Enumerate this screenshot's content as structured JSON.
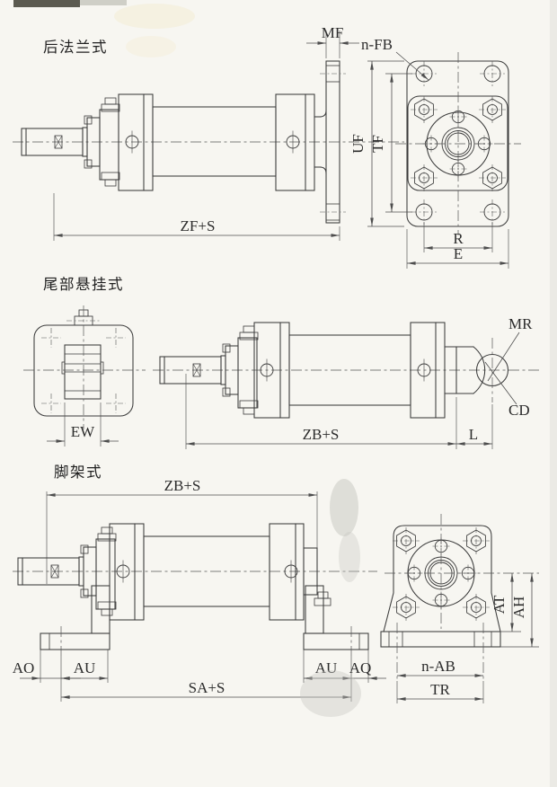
{
  "drawing": {
    "paper_color": "#f7f6f1",
    "line_color": "#3b3b3b",
    "dim_line_color": "#4e4e4e",
    "sections": [
      {
        "id": "rear-flange",
        "title": "后法兰式",
        "dims": {
          "mf": "MF",
          "n_fb": "n-FB",
          "uf": "UF",
          "tf": "TF",
          "zf_s": "ZF+S",
          "r": "R",
          "e": "E"
        }
      },
      {
        "id": "tail-clevis",
        "title": "尾部悬挂式",
        "dims": {
          "ew": "EW",
          "zb_s": "ZB+S",
          "l": "L",
          "mr": "MR",
          "cd": "CD"
        }
      },
      {
        "id": "foot-mount",
        "title": "脚架式",
        "dims": {
          "zb_s": "ZB+S",
          "ao": "AO",
          "au_left": "AU",
          "au_right": "AU",
          "aq": "AQ",
          "sa_s": "SA+S",
          "n_ab": "n-AB",
          "tr": "TR",
          "at": "AT",
          "ah": "AH"
        }
      }
    ]
  }
}
